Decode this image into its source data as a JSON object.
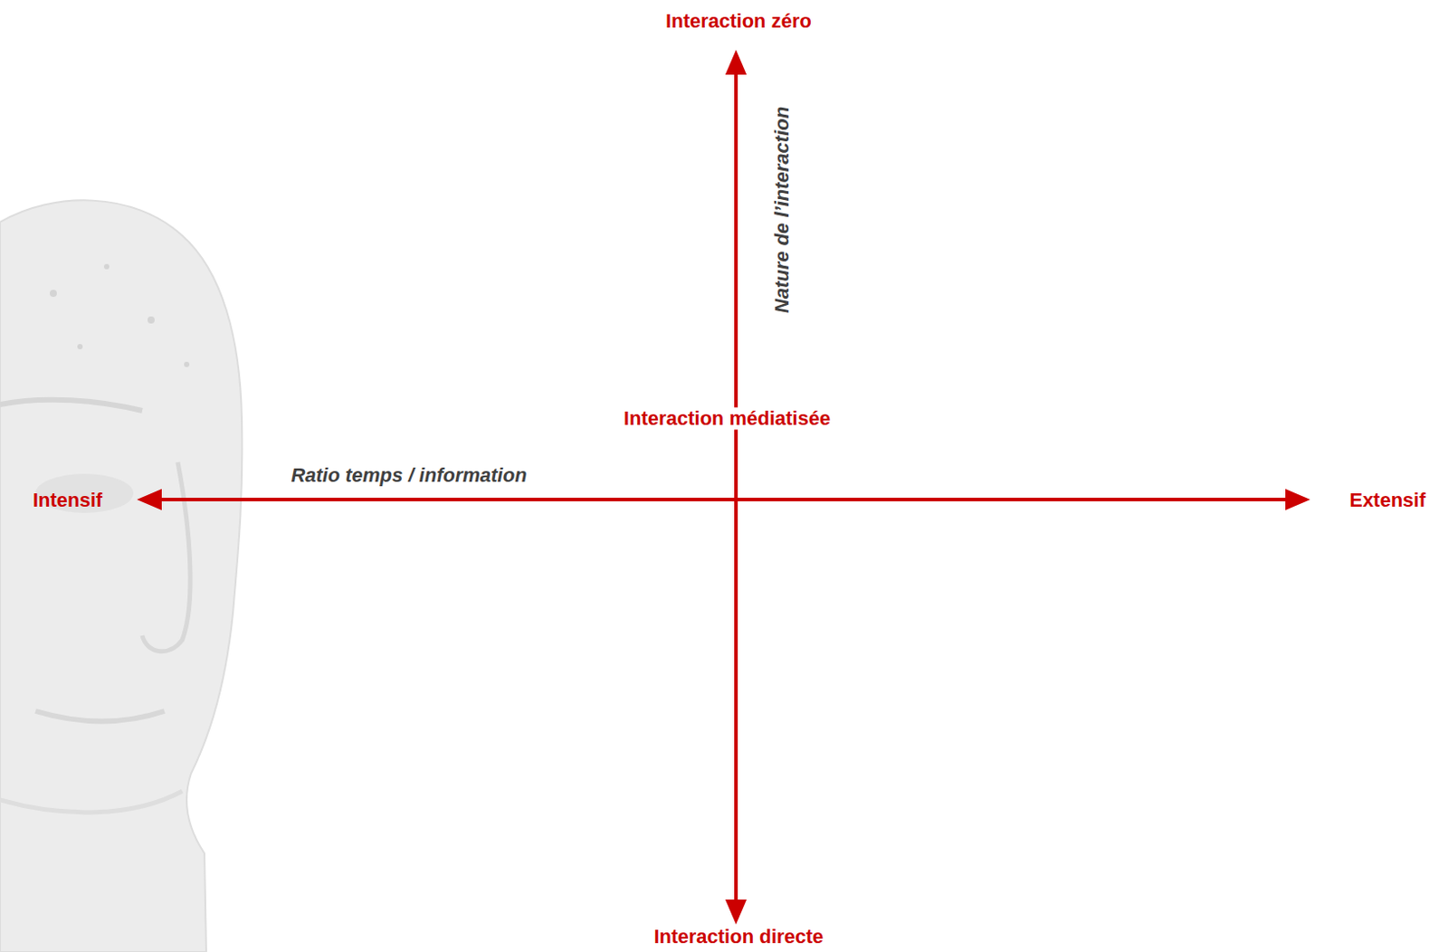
{
  "diagram": {
    "labels": [
      "Interaction zéro",
      "Nature de l’interaction",
      "Interaction médiatisée",
      "Ratio temps / information",
      "Intensif",
      "Extensif",
      "Interaction directe"
    ]
  }
}
